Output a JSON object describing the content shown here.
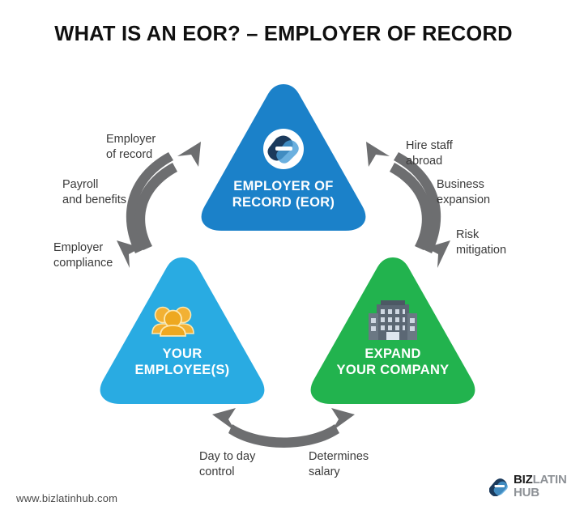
{
  "title": "WHAT IS AN EOR? – EMPLOYER OF RECORD",
  "nodes": {
    "top": {
      "label_line1": "EMPLOYER OF",
      "label_line2": "RECORD (EOR)",
      "color": "#1b81c9",
      "icon": "biz-latin-hub-link-icon"
    },
    "left": {
      "label_line1": "YOUR",
      "label_line2": "EMPLOYEE(S)",
      "color": "#29abe2",
      "icon": "people-group-icon"
    },
    "right": {
      "label_line1": "EXPAND",
      "label_line2": "YOUR COMPANY",
      "color": "#22b34e",
      "icon": "office-building-icon"
    }
  },
  "flows": {
    "left_arrow": {
      "name": "employees-to-eor-arrow",
      "color": "#6d6e70",
      "labels": [
        {
          "line1": "Employer",
          "line2": "of record"
        },
        {
          "line1": "Payroll",
          "line2": "and benefits"
        },
        {
          "line1": "Employer",
          "line2": "compliance"
        }
      ]
    },
    "right_arrow": {
      "name": "eor-to-company-arrow",
      "color": "#6d6e70",
      "labels": [
        {
          "line1": "Hire staff",
          "line2": "abroad"
        },
        {
          "line1": "Business",
          "line2": "expansion"
        },
        {
          "line1": "Risk",
          "line2": "mitigation"
        }
      ]
    },
    "bottom_arrow": {
      "name": "employees-company-arrow",
      "color": "#6d6e70",
      "labels": [
        {
          "line1": "Day to day",
          "line2": "control"
        },
        {
          "line1": "Determines",
          "line2": "salary"
        }
      ]
    }
  },
  "footer": {
    "url": "www.bizlatinhub.com",
    "logo": {
      "biz": "BIZ",
      "latin": "LATIN",
      "hub": "HUB"
    }
  }
}
